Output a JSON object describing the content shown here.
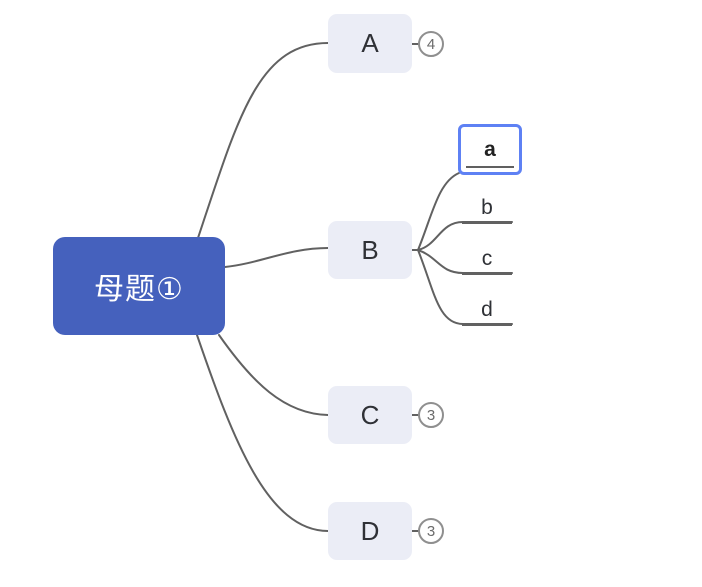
{
  "app": {
    "view": "mindmap-canvas"
  },
  "root": {
    "label": "母题①",
    "bg_color": "#4561bd",
    "text_color": "#ffffff"
  },
  "branches": [
    {
      "label": "A",
      "badge": "4",
      "collapsed": true
    },
    {
      "label": "B",
      "collapsed": false
    },
    {
      "label": "C",
      "badge": "3",
      "collapsed": true
    },
    {
      "label": "D",
      "badge": "3",
      "collapsed": true
    }
  ],
  "children_of_B": [
    {
      "label": "a",
      "selected": true
    },
    {
      "label": "b",
      "selected": false
    },
    {
      "label": "c",
      "selected": false
    },
    {
      "label": "d",
      "selected": false
    }
  ],
  "colors": {
    "canvas_bg": "#ffffff",
    "root_bg": "#4561bd",
    "branch_node_bg": "#ebedf6",
    "node_text": "#2f3136",
    "selection_border": "#5e81f4",
    "link_line": "#616161",
    "badge_border": "#8f8f8f",
    "badge_text": "#6b6b6b"
  }
}
